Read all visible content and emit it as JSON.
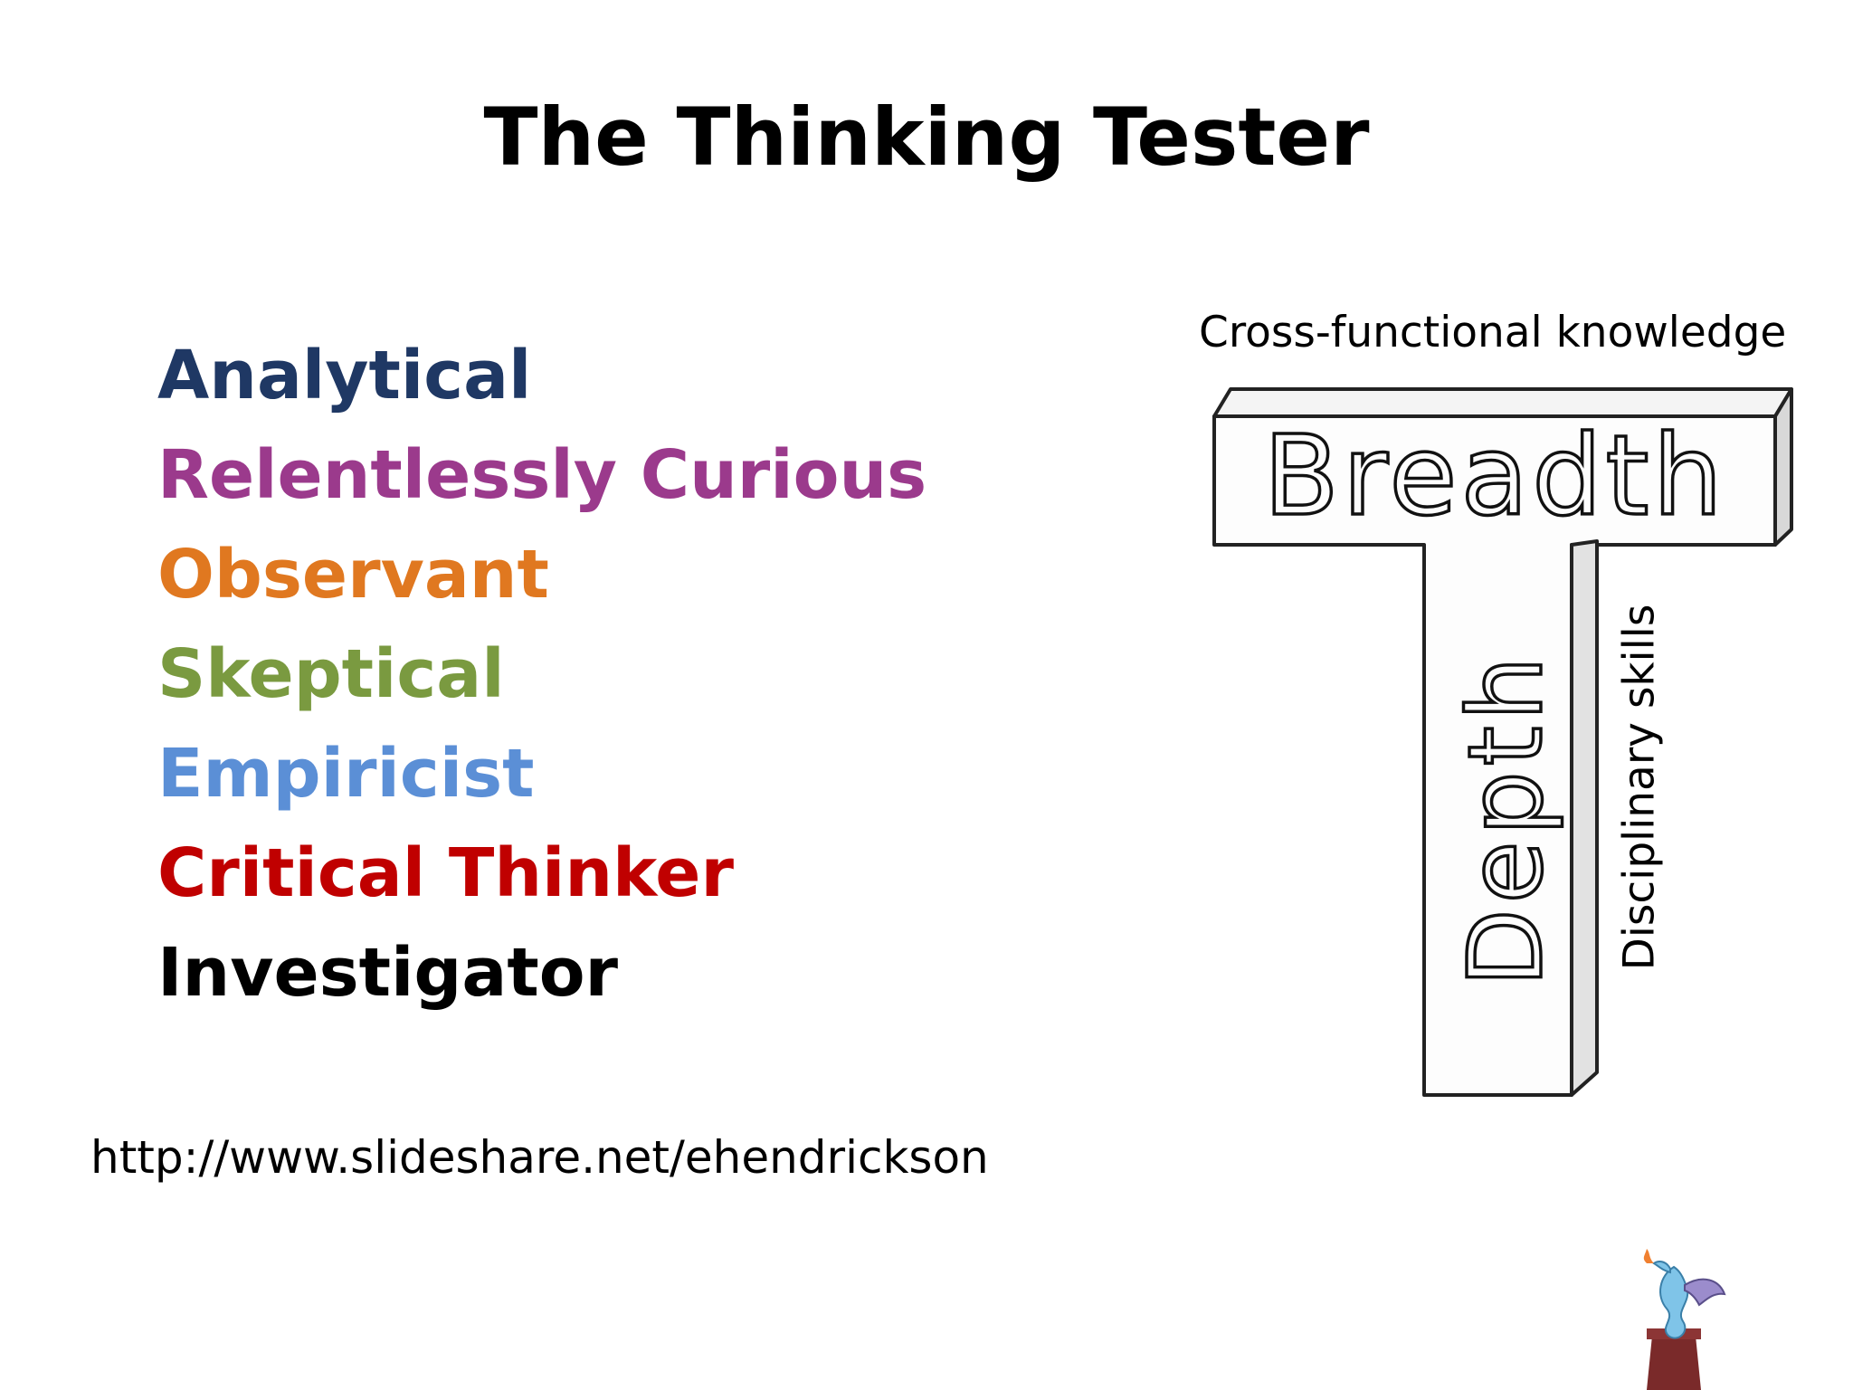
{
  "slide": {
    "title": "The Thinking Tester",
    "traits": [
      {
        "label": "Analytical",
        "color": "#1f3864"
      },
      {
        "label": "Relentlessly Curious",
        "color": "#9b3a8c"
      },
      {
        "label": "Observant",
        "color": "#e07820"
      },
      {
        "label": "Skeptical",
        "color": "#7a9a40"
      },
      {
        "label": "Empiricist",
        "color": "#5b8fd6"
      },
      {
        "label": "Critical Thinker",
        "color": "#c00000"
      },
      {
        "label": "Investigator",
        "color": "#000000"
      }
    ],
    "url": "http://www.slideshare.net/ehendrickson",
    "diagram": {
      "cross_label": "Cross-functional knowledge",
      "disc_label": "Disciplinary skills",
      "breadth_label": "Breadth",
      "depth_label": "Depth"
    },
    "logo_icon": "dragon-icon"
  }
}
